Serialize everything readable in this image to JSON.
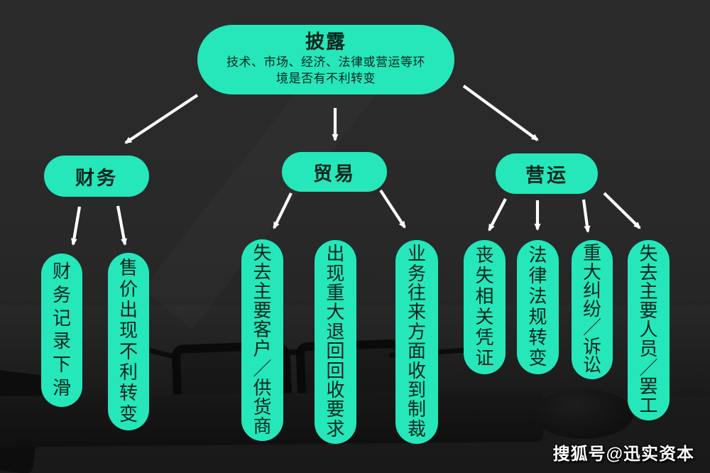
{
  "colors": {
    "node_fill": "#25e7ba",
    "node_text": "#07251e",
    "arrow": "#ffffff",
    "background": "#282828",
    "watermark_text_color": "#ffffff"
  },
  "diagram": {
    "root": {
      "title": "披露",
      "subtitle": "技术、市场、经济、法律或营运等环境是否有不利转变"
    },
    "branches": [
      {
        "label": "财务",
        "children": [
          "财务记录下滑",
          "售价出现不利转变"
        ]
      },
      {
        "label": "贸易",
        "children": [
          "失去主要客户／供货商",
          "出现重大退回回收要求",
          "业务往来方面收到制裁"
        ]
      },
      {
        "label": "营运",
        "children": [
          "丧失相关凭证",
          "法律法规转变",
          "重大纠纷／诉讼",
          "失去主要人员／罢工"
        ]
      }
    ]
  },
  "watermark": "搜狐号@迅实资本"
}
